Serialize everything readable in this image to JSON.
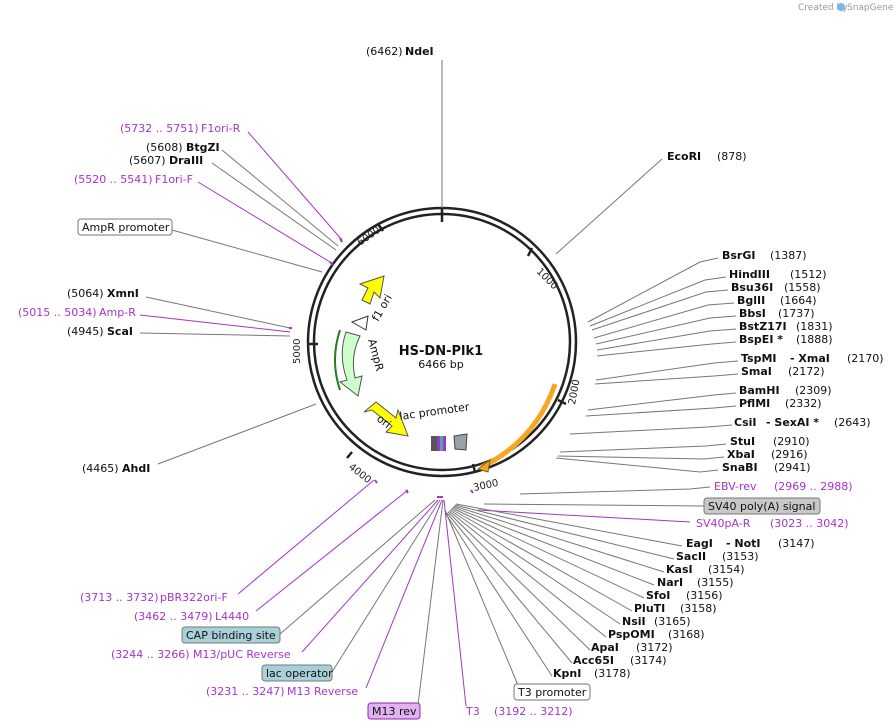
{
  "plasmid": {
    "name": "HS-DN-Plk1",
    "size": "6466 bp"
  },
  "credit": {
    "prefix": "Created by",
    "brand": "SnapGene"
  },
  "ticks": [
    "1000",
    "2000",
    "3000",
    "4000",
    "5000",
    "6000"
  ],
  "enzymes_top": [
    {
      "pos": "(6462)",
      "name": "NdeI"
    },
    {
      "pos": "(878)",
      "name": "EcoRI"
    }
  ],
  "enzymes_right": [
    {
      "name": "BsrGI",
      "pos": "(1387)"
    },
    {
      "name": "HindIII",
      "pos": "(1512)"
    },
    {
      "name": "Bsu36I",
      "pos": "(1558)"
    },
    {
      "name": "BglII",
      "pos": "(1664)"
    },
    {
      "name": "BbsI",
      "pos": "(1737)"
    },
    {
      "name": "BstZ17I",
      "pos": "(1831)"
    },
    {
      "name": "BspEI *",
      "pos": "(1888)"
    },
    {
      "name": "TspMI",
      "sep": "- XmaI",
      "pos": "(2170)"
    },
    {
      "name": "SmaI",
      "pos": "(2172)"
    },
    {
      "name": "BamHI",
      "pos": "(2309)"
    },
    {
      "name": "PflMI",
      "pos": "(2332)"
    },
    {
      "name": "CsiI",
      "sep": "- SexAI *",
      "pos": "(2643)"
    },
    {
      "name": "StuI",
      "pos": "(2910)"
    },
    {
      "name": "XbaI",
      "pos": "(2916)"
    },
    {
      "name": "SnaBI",
      "pos": "(2941)"
    }
  ],
  "enzymes_bottom": [
    {
      "name": "EagI",
      "sep": "- NotI",
      "pos": "(3147)"
    },
    {
      "name": "SacII",
      "pos": "(3153)"
    },
    {
      "name": "KasI",
      "pos": "(3154)"
    },
    {
      "name": "NarI",
      "pos": "(3155)"
    },
    {
      "name": "SfoI",
      "pos": "(3156)"
    },
    {
      "name": "PluTI",
      "pos": "(3158)"
    },
    {
      "name": "NsiI",
      "pos": "(3165)"
    },
    {
      "name": "PspOMI",
      "pos": "(3168)"
    },
    {
      "name": "ApaI",
      "pos": "(3172)"
    },
    {
      "name": "Acc65I",
      "pos": "(3174)"
    },
    {
      "name": "KpnI",
      "pos": "(3178)"
    }
  ],
  "enzymes_left": [
    {
      "pos": "(5608)",
      "name": "BtgZI"
    },
    {
      "pos": "(5607)",
      "name": "DraIII"
    },
    {
      "pos": "(5064)",
      "name": "XmnI"
    },
    {
      "pos": "(4945)",
      "name": "ScaI"
    },
    {
      "pos": "(4465)",
      "name": "AhdI"
    }
  ],
  "primers": {
    "f1ori_r": {
      "range": "(5732 .. 5751)",
      "name": "F1ori-R"
    },
    "f1ori_f": {
      "range": "(5520 .. 5541)",
      "name": "F1ori-F"
    },
    "ampr": {
      "range": "(5015 .. 5034)",
      "name": "Amp-R"
    },
    "ebv": {
      "name": "EBV-rev",
      "range": "(2969 .. 2988)"
    },
    "sv40pa": {
      "name": "SV40pA-R",
      "range": "(3023 .. 3042)"
    },
    "pbr322": {
      "range": "(3713 .. 3732)",
      "name": "pBR322ori-F"
    },
    "l4440": {
      "range": "(3462 .. 3479)",
      "name": "L4440"
    },
    "m13puc": {
      "range": "(3244 .. 3266)",
      "name": "M13/pUC Reverse"
    },
    "m13rev_p": {
      "range": "(3231 .. 3247)",
      "name": "M13 Reverse"
    },
    "t3": {
      "name": "T3",
      "range": "(3192 .. 3212)"
    }
  },
  "boxed": {
    "ampr_promoter": "AmpR promoter",
    "sv40": "SV40 poly(A) signal",
    "cap": "CAP binding site",
    "lac_operator": "lac operator",
    "m13rev": "M13 rev",
    "t3_promoter": "T3 promoter"
  },
  "features": {
    "f1ori": "f1 ori",
    "ampr": "AmpR",
    "ori": "ori",
    "lac_promoter": "lac promoter"
  },
  "colors": {
    "backbone": "#222222",
    "primer": "#a533cc",
    "f1ori": "#ffff00",
    "ampr": "#ccffcc",
    "ori": "#ffff00",
    "orange_feature": "#f5a623",
    "sv40_box": "#c8c8c8",
    "cap_box": "#a8d0d8"
  }
}
